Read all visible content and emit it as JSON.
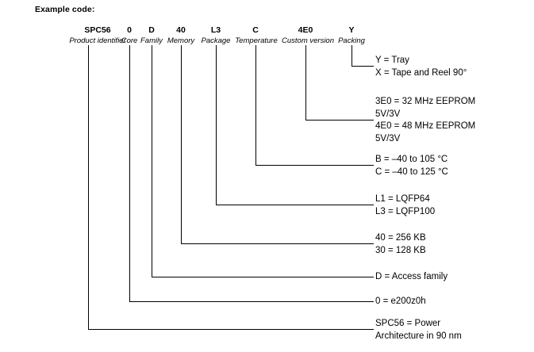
{
  "heading": "Example code:",
  "part_number": {
    "fields": [
      {
        "code": "SPC56",
        "descriptor": "Product identifier"
      },
      {
        "code": "0",
        "descriptor": "Core"
      },
      {
        "code": "D",
        "descriptor": "Family"
      },
      {
        "code": "40",
        "descriptor": "Memory"
      },
      {
        "code": "L3",
        "descriptor": "Package"
      },
      {
        "code": "C",
        "descriptor": "Temperature"
      },
      {
        "code": "4E0",
        "descriptor": "Custom version"
      },
      {
        "code": "Y",
        "descriptor": "Packing"
      }
    ]
  },
  "legend_groups": [
    {
      "field": "packing",
      "lines": [
        "Y = Tray",
        "X = Tape and Reel 90°"
      ]
    },
    {
      "field": "custom-version",
      "lines": [
        "3E0 = 32 MHz EEPROM",
        "5V/3V",
        "4E0 = 48 MHz EEPROM",
        "5V/3V"
      ]
    },
    {
      "field": "temperature",
      "lines": [
        "B = –40 to 105 °C",
        "C = –40 to 125 °C"
      ]
    },
    {
      "field": "package",
      "lines": [
        "L1 = LQFP64",
        "L3 = LQFP100"
      ]
    },
    {
      "field": "memory",
      "lines": [
        "40 = 256 KB",
        "30 = 128 KB"
      ]
    },
    {
      "field": "family",
      "lines": [
        "D = Access family"
      ]
    },
    {
      "field": "core",
      "lines": [
        "0 = e200z0h"
      ]
    },
    {
      "field": "product-identifier",
      "lines": [
        "SPC56 = Power",
        "Architecture in 90 nm"
      ]
    }
  ],
  "colors": {
    "text": "#000000",
    "line": "#000000",
    "background": "#ffffff"
  }
}
